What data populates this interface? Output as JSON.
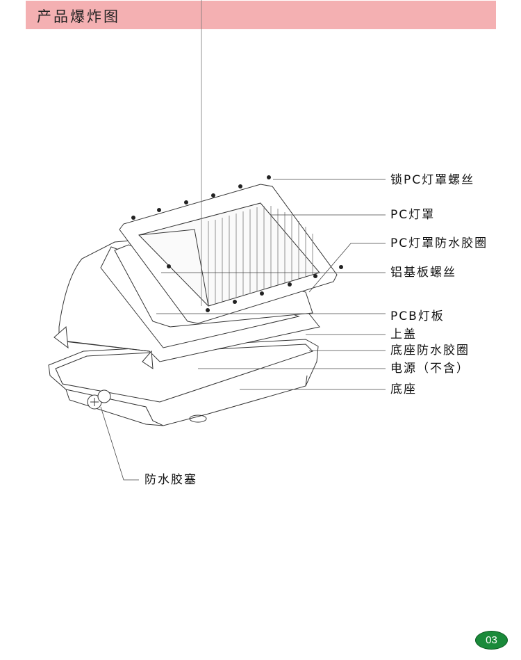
{
  "header": {
    "title": "产品爆炸图"
  },
  "labels": {
    "pc_cover_screws": "锁PC灯罩螺丝",
    "pc_cover": "PC灯罩",
    "pc_cover_gasket": "PC灯罩防水胶圈",
    "aluminum_board_screws": "铝基板螺丝",
    "pcb_board": "PCB灯板",
    "top_cover": "上盖",
    "base_gasket": "底座防水胶圈",
    "power_supply": "电源（不含）",
    "base": "底座",
    "waterproof_plug": "防水胶塞"
  },
  "footer": {
    "page_number": "03"
  },
  "colors": {
    "header_bg": "#f4b0b2",
    "page_badge": "#1a8a3a"
  }
}
